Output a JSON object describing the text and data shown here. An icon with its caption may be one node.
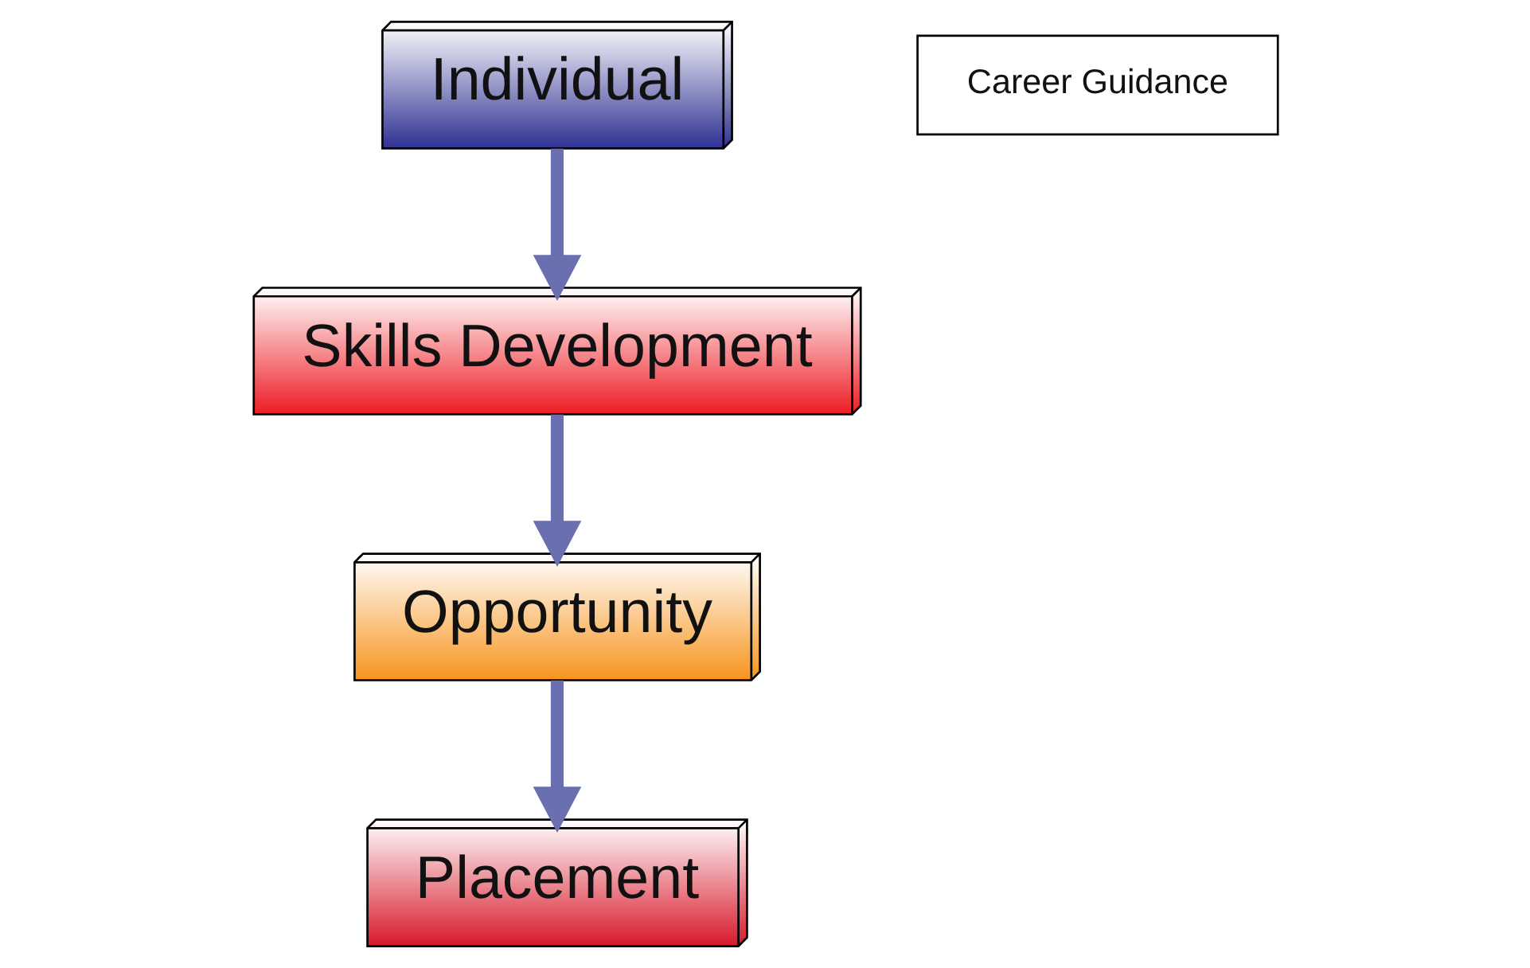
{
  "diagram": {
    "nodes": [
      {
        "text": [
          "Opportunity"
        ]
      },
      {
        "text": [
          "Individual"
        ]
      },
      {
        "text": [
          "Placement"
        ]
      },
      {
        "text": [
          "Skills Development"
        ]
      },
      {
        "text": [
          "Career Guidance"
        ]
      }
    ],
    "edges": [
      {
        "from": 1,
        "to": 3,
        "arrow": "to"
      },
      {
        "from": 3,
        "to": 0,
        "arrow": "to"
      },
      {
        "from": 0,
        "to": 2,
        "arrow": "to"
      }
    ]
  }
}
